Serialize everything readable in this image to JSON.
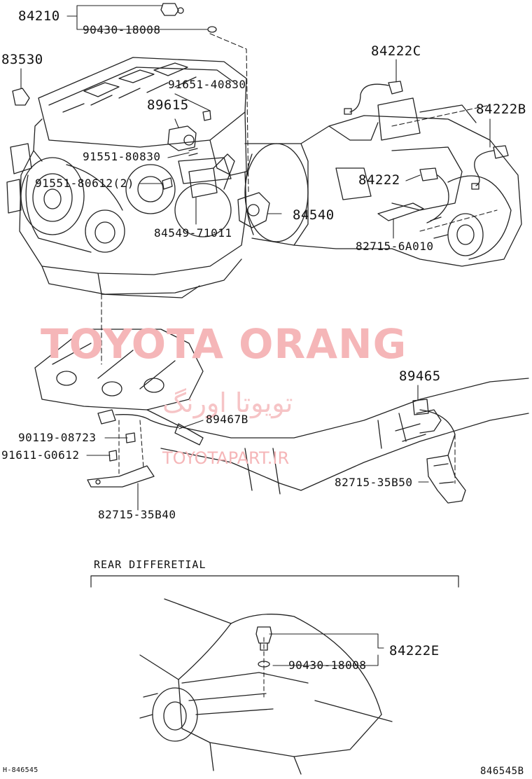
{
  "watermark": {
    "brand": "TOYOTA ORANG",
    "persian": "تویوتا اورنگ",
    "url": "TOYOTAPART.IR"
  },
  "parts": {
    "p84210": "84210",
    "p90430_top": "90430-18008",
    "p83530": "83530",
    "p91651": "91651-40830",
    "p89615": "89615",
    "p91551_80830": "91551-80830",
    "p91551_80612": "91551-80612(2)",
    "p84549": "84549-71011",
    "p84540": "84540",
    "p84222C": "84222C",
    "p84222B": "84222B",
    "p84222": "84222",
    "p82715_6A010": "82715-6A010",
    "p89465": "89465",
    "p89467B": "89467B",
    "p90119": "90119-08723",
    "p91611": "91611-G0612",
    "p82715_35B50": "82715-35B50",
    "p82715_35B40": "82715-35B40",
    "p84222E": "84222E",
    "p90430_bottom": "90430-18008"
  },
  "section": {
    "rear_diff": "REAR DIFFERETIAL"
  },
  "footer": {
    "left_code": "H-846545",
    "right_code": "846545B"
  }
}
